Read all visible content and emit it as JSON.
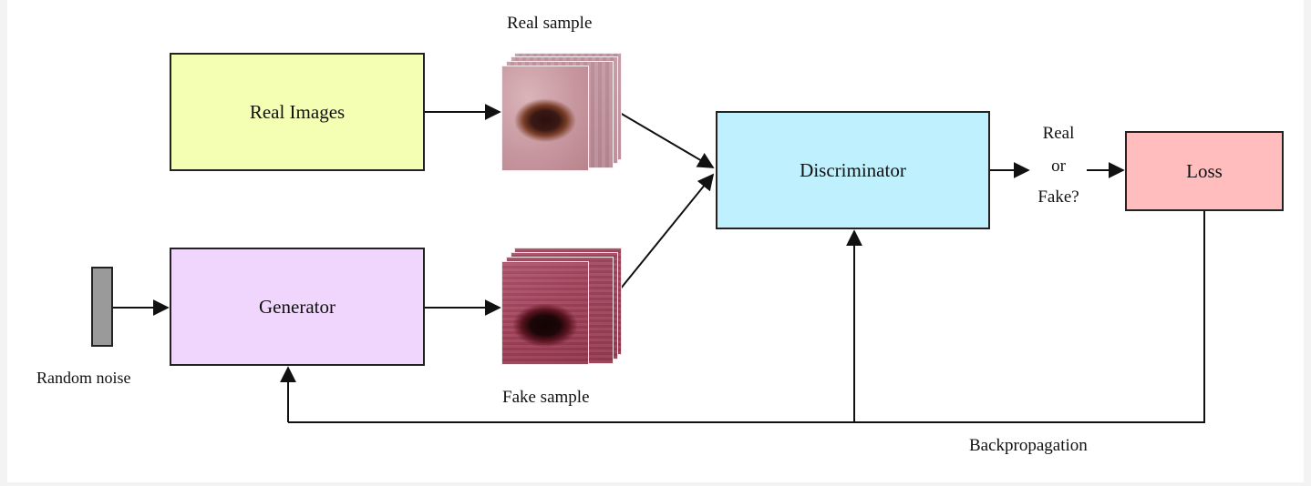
{
  "nodes": {
    "real_images": "Real Images",
    "generator": "Generator",
    "discriminator": "Discriminator",
    "loss": "Loss",
    "random_noise": "Random noise"
  },
  "labels": {
    "real_sample": "Real sample",
    "fake_sample": "Fake sample",
    "decision_line1": "Real",
    "decision_line2": "or",
    "decision_line3": "Fake?",
    "backpropagation": "Backpropagation"
  },
  "colors": {
    "real_images_fill": "#f5ffb4",
    "generator_fill": "#f0d6fd",
    "discriminator_fill": "#bff0fd",
    "loss_fill": "#ffbdbe",
    "noise_fill": "#9a9a9a",
    "line": "#111111"
  },
  "icons": {
    "real_sample": "skin-lesion-image-stack",
    "fake_sample": "generated-skin-lesion-image-stack",
    "random_noise": "noise-vector-bar"
  }
}
